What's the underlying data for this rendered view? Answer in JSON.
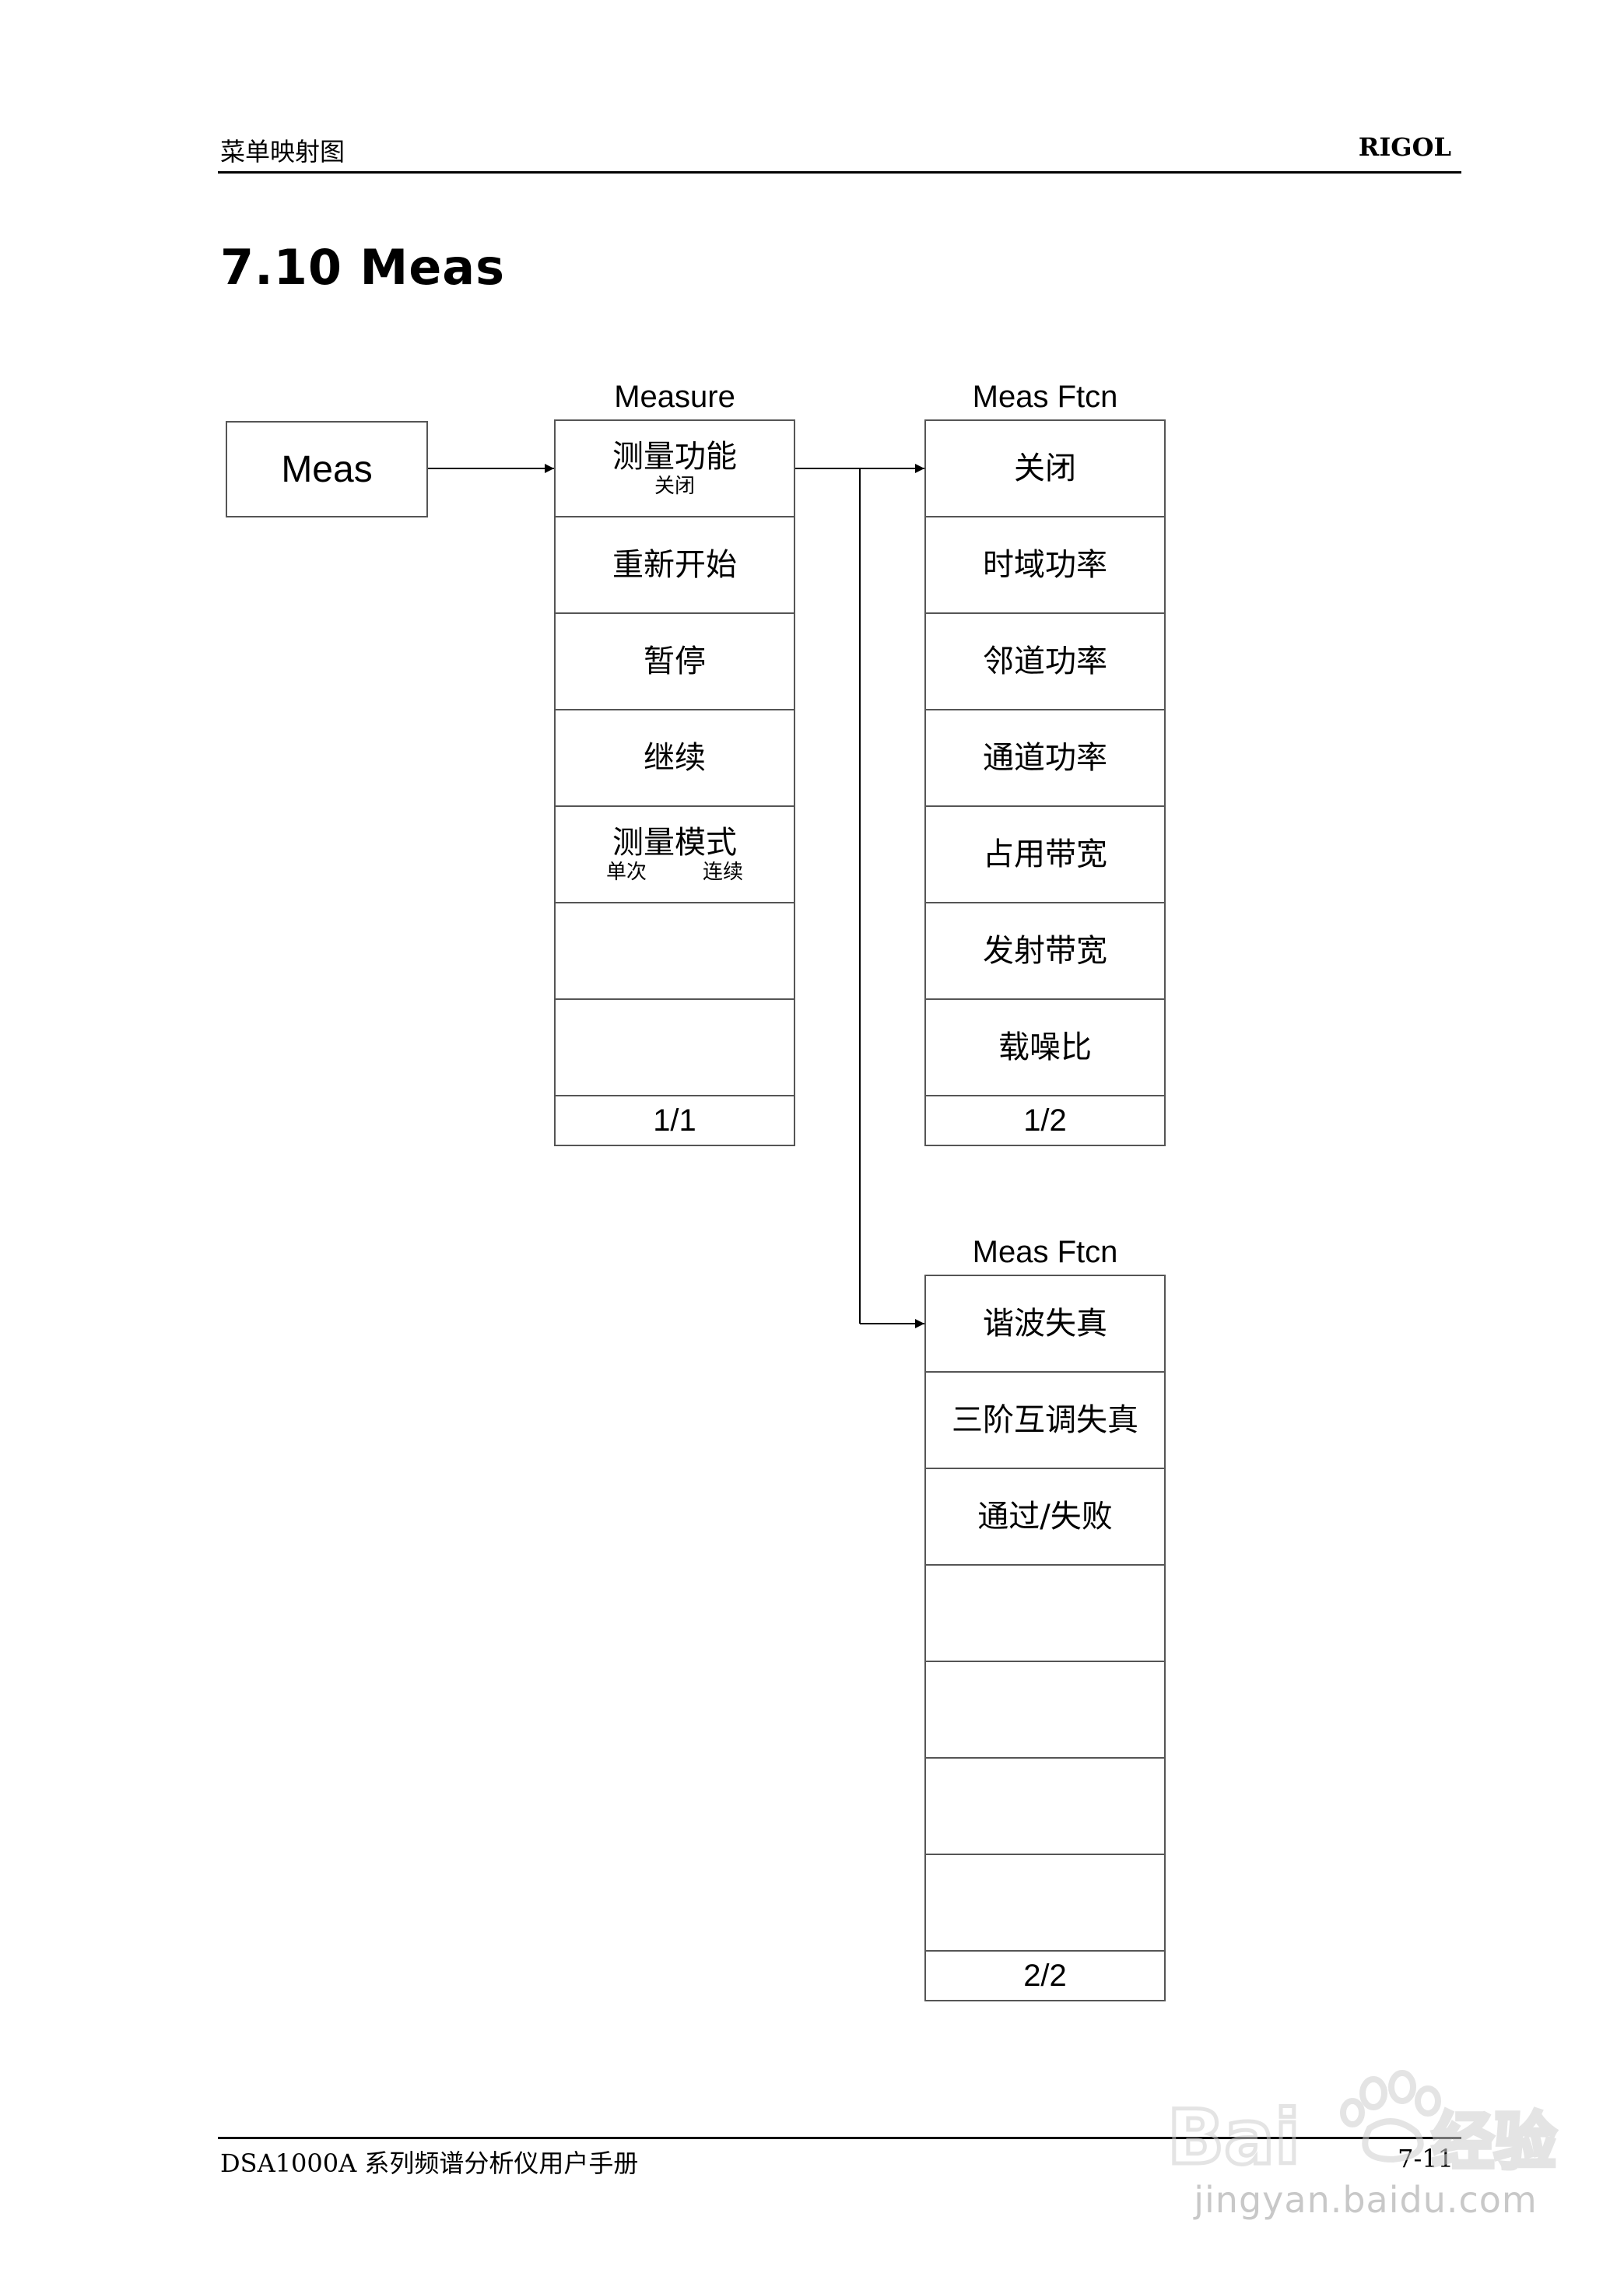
{
  "header": {
    "left": "菜单映射图",
    "right": "RIGOL"
  },
  "section": {
    "title": "7.10 Meas"
  },
  "root_button": {
    "label": "Meas"
  },
  "menus": [
    {
      "title": "Measure",
      "items": [
        {
          "label": "测量功能",
          "sub": [
            "关闭"
          ]
        },
        {
          "label": "重新开始",
          "sub": []
        },
        {
          "label": "暂停",
          "sub": []
        },
        {
          "label": "继续",
          "sub": []
        },
        {
          "label": "测量模式",
          "sub": [
            "单次",
            "连续"
          ]
        },
        {
          "label": "",
          "sub": []
        },
        {
          "label": "",
          "sub": []
        }
      ],
      "page": "1/1"
    },
    {
      "title": "Meas Ftcn",
      "items": [
        {
          "label": "关闭",
          "sub": []
        },
        {
          "label": "时域功率",
          "sub": []
        },
        {
          "label": "邻道功率",
          "sub": []
        },
        {
          "label": "通道功率",
          "sub": []
        },
        {
          "label": "占用带宽",
          "sub": []
        },
        {
          "label": "发射带宽",
          "sub": []
        },
        {
          "label": "载噪比",
          "sub": []
        }
      ],
      "page": "1/2"
    },
    {
      "title": "Meas Ftcn",
      "items": [
        {
          "label": "谐波失真",
          "sub": []
        },
        {
          "label": "三阶互调失真",
          "sub": []
        },
        {
          "label": "通过/失败",
          "sub": []
        },
        {
          "label": "",
          "sub": []
        },
        {
          "label": "",
          "sub": []
        },
        {
          "label": "",
          "sub": []
        },
        {
          "label": "",
          "sub": []
        }
      ],
      "page": "2/2"
    }
  ],
  "footer": {
    "left": "DSA1000A 系列频谱分析仪用户手册",
    "right": "7-11"
  },
  "watermark": {
    "text": "jingyan.baidu.com"
  }
}
